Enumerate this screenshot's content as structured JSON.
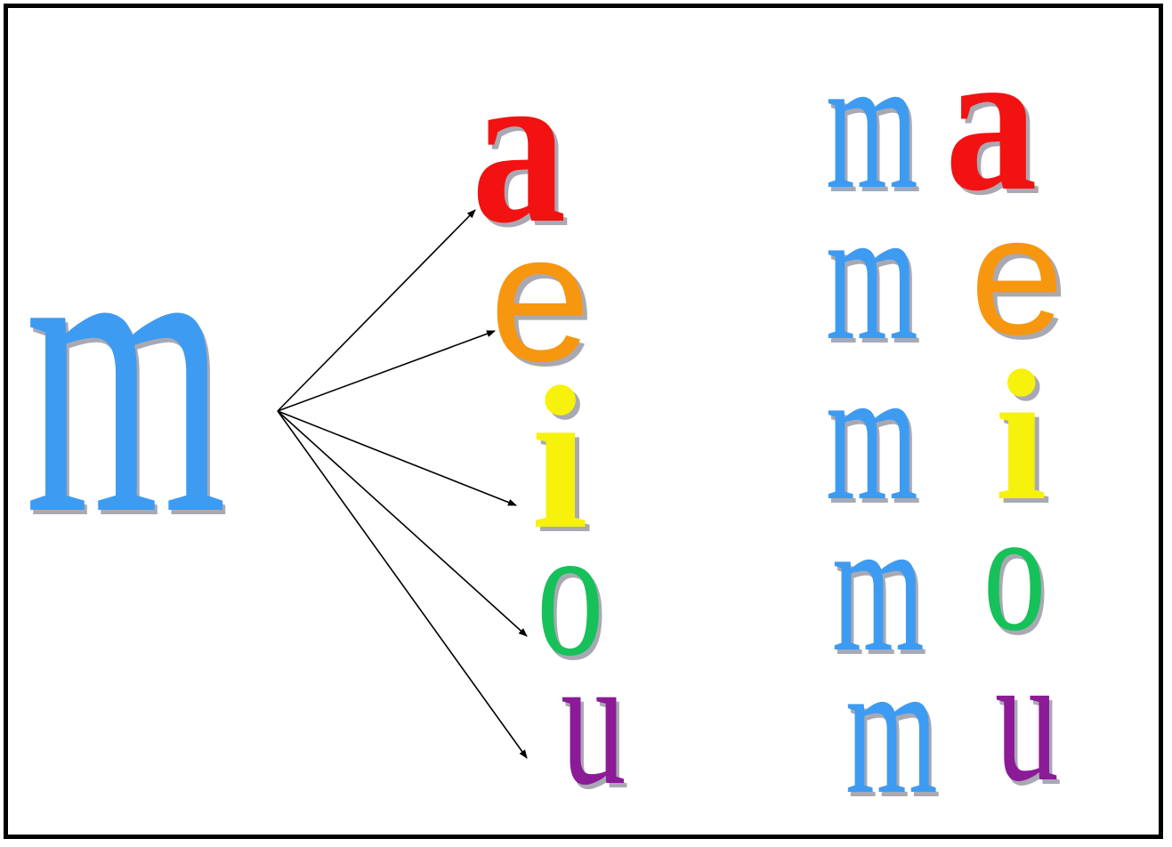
{
  "consonant": {
    "letter": "m",
    "color": "#3d9bf2"
  },
  "vowels": [
    {
      "letter": "a",
      "color": "#f21212"
    },
    {
      "letter": "e",
      "color": "#f7960f"
    },
    {
      "letter": "i",
      "color": "#f6f20b"
    },
    {
      "letter": "o",
      "color": "#16c159"
    },
    {
      "letter": "u",
      "color": "#8b1b97"
    }
  ],
  "syllables": [
    {
      "consonant": "m",
      "vowel": "a"
    },
    {
      "consonant": "m",
      "vowel": "e"
    },
    {
      "consonant": "m",
      "vowel": "i"
    },
    {
      "consonant": "m",
      "vowel": "o"
    },
    {
      "consonant": "m",
      "vowel": "u"
    }
  ],
  "shadow_color": "#a9a9b3",
  "arrow_color": "#000000"
}
